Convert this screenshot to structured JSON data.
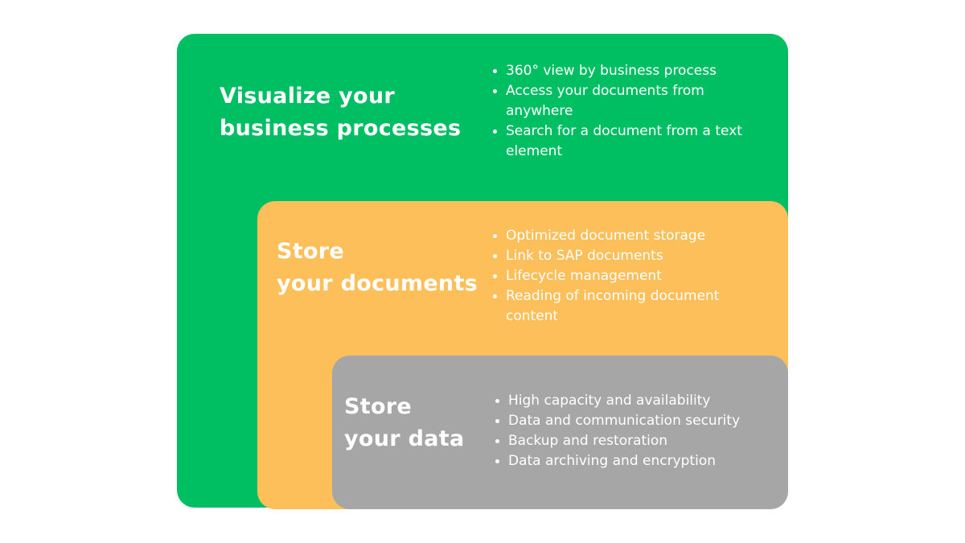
{
  "colors": {
    "green": "#00bf63",
    "orange": "#fcbf5a",
    "gray": "#a6a6a6",
    "text": "#ffffff"
  },
  "layers": [
    {
      "id": "visualize",
      "title_line1": "Visualize your",
      "title_line2": "business processes",
      "bullets": [
        "360° view by business process",
        "Access your documents from anywhere",
        "Search for a document from a text element"
      ]
    },
    {
      "id": "documents",
      "title_line1": "Store",
      "title_line2": "your documents",
      "bullets": [
        "Optimized document storage",
        "Link to SAP documents",
        "Lifecycle management",
        "Reading of incoming document content"
      ]
    },
    {
      "id": "data",
      "title_line1": "Store",
      "title_line2": "your data",
      "bullets": [
        "High capacity and availability",
        "Data and communication security",
        "Backup and restoration",
        "Data archiving and encryption"
      ]
    }
  ]
}
